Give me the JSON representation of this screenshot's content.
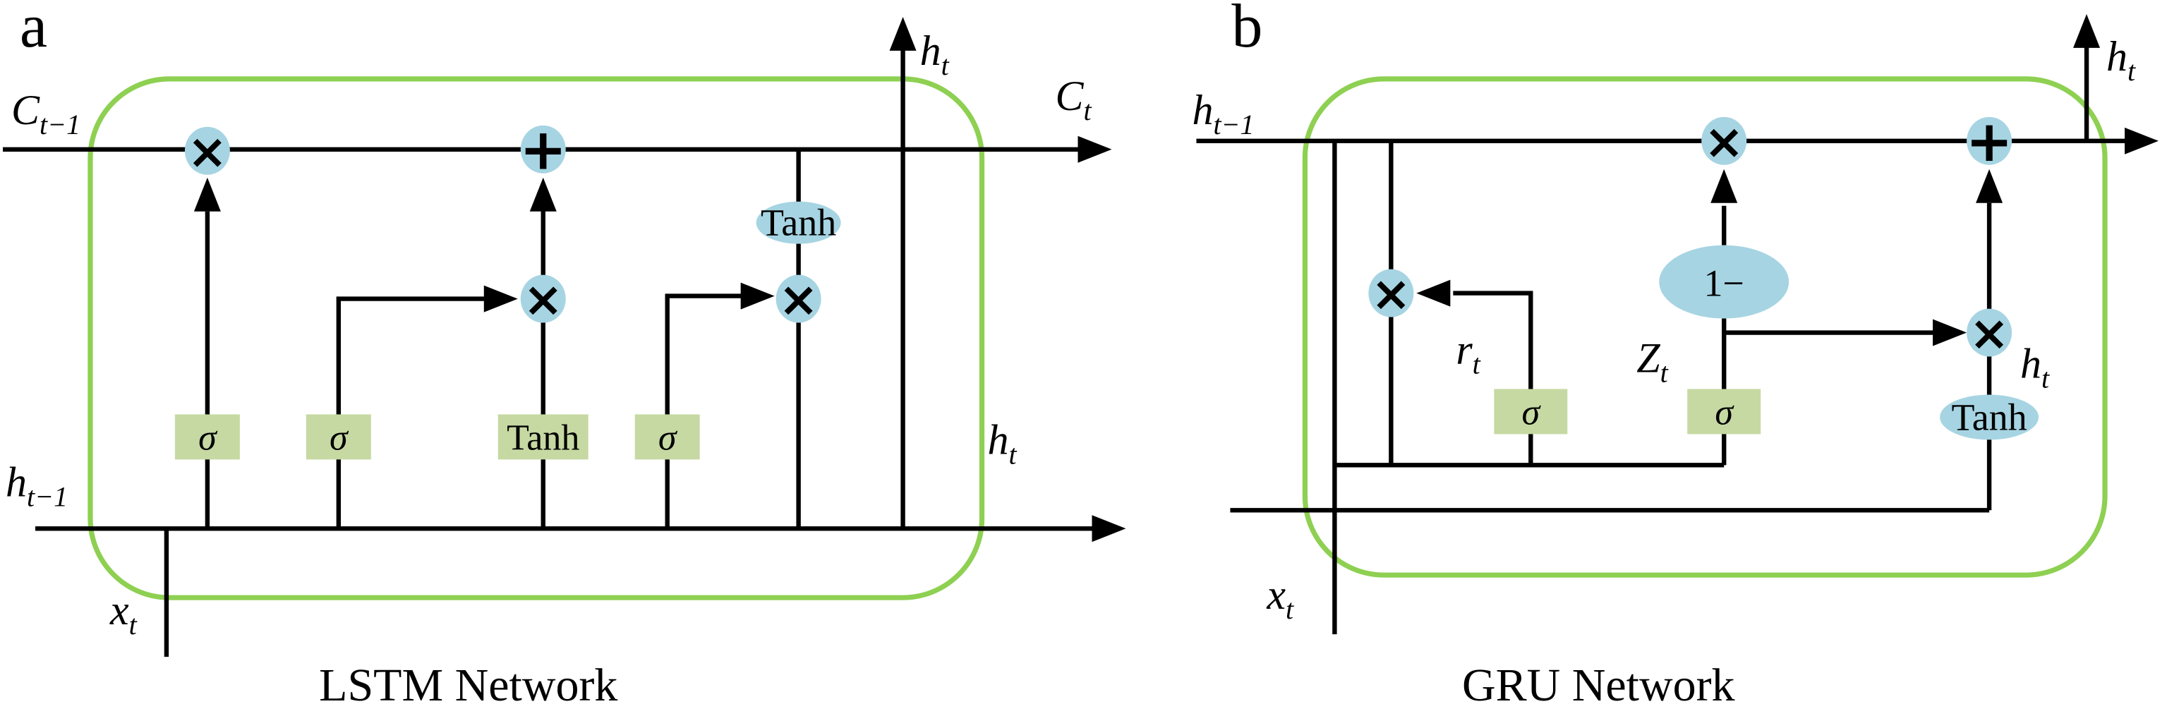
{
  "figure": {
    "panel_a": {
      "tag": "a",
      "caption": "LSTM Network",
      "labels": {
        "cell_state_in": {
          "base": "C",
          "sub": "t−1"
        },
        "cell_state_out": {
          "base": "C",
          "sub": "t"
        },
        "hidden_out_top": {
          "base": "h",
          "sub": "t"
        },
        "hidden_out_right": {
          "base": "h",
          "sub": "t"
        },
        "hidden_in": {
          "base": "h",
          "sub": "t−1"
        },
        "input": {
          "base": "x",
          "sub": "t"
        }
      },
      "gates": {
        "forget": "σ",
        "input": "σ",
        "candidate": "Tanh",
        "output": "σ"
      },
      "nodes": {
        "tanh": "Tanh"
      }
    },
    "panel_b": {
      "tag": "b",
      "caption": "GRU Network",
      "labels": {
        "hidden_in": {
          "base": "h",
          "sub": "t−1"
        },
        "hidden_out_top": {
          "base": "h",
          "sub": "t"
        },
        "reset_signal": {
          "base": "r",
          "sub": "t"
        },
        "update_signal": {
          "base": "Z",
          "sub": "t"
        },
        "candidate": {
          "base": "h",
          "sub": "t"
        },
        "input": {
          "base": "x",
          "sub": "t"
        }
      },
      "gates": {
        "reset": "σ",
        "update": "σ"
      },
      "nodes": {
        "one_minus": "1−",
        "tanh": "Tanh"
      }
    },
    "symbols": {
      "multiply": "×",
      "add": "+"
    },
    "colors": {
      "node_fill": "#a6d4e2",
      "gate_fill": "#c6d9a2",
      "cell_border": "#8ed052",
      "line": "#000000",
      "background": "#ffffff"
    }
  }
}
